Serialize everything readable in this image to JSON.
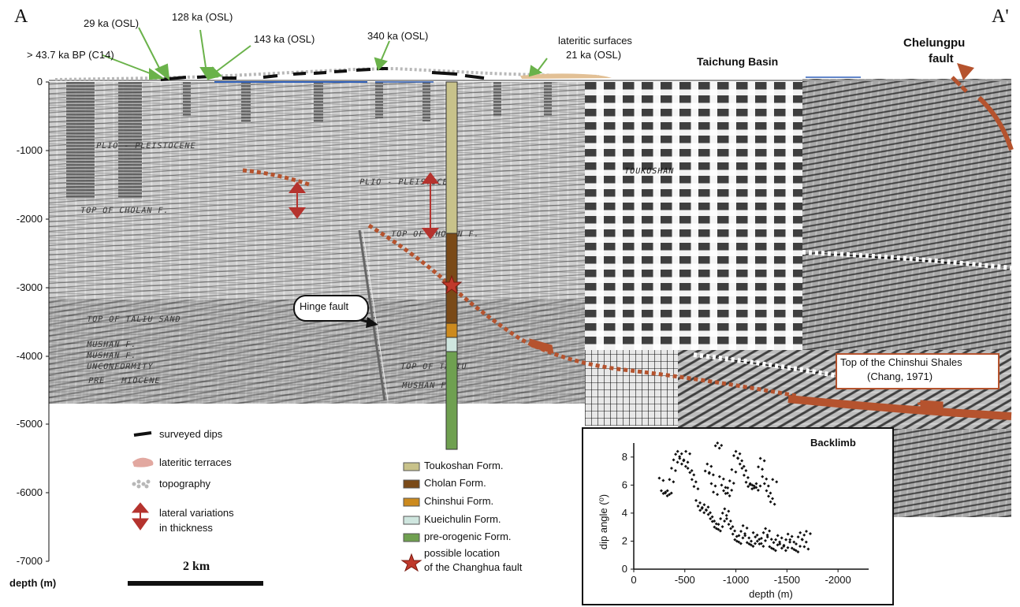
{
  "corner_labels": {
    "left": "A",
    "right": "A'"
  },
  "ages": [
    {
      "label": "> 43.7 ka BP (C14)"
    },
    {
      "label": "29 ka (OSL)"
    },
    {
      "label": "128 ka (OSL)"
    },
    {
      "label": "143 ka (OSL)"
    },
    {
      "label": "340 ka (OSL)"
    },
    {
      "label": "lateritic surfaces"
    },
    {
      "label": "21 ka (OSL)"
    }
  ],
  "regions": {
    "basin": "Taichung Basin",
    "fault_line1": "Chelungpu",
    "fault_line2": "fault"
  },
  "depth_axis": {
    "ticks": [
      "0",
      "-1000",
      "-2000",
      "-3000",
      "-4000",
      "-5000",
      "-6000",
      "-7000"
    ],
    "title": "depth (m)"
  },
  "seismic_text": {
    "plio1": "PLIO - PLEISTOCENE",
    "plio2": "PLIO - PLEISTOCENE",
    "top_cholan": "TOP OF CHOLAN F.",
    "top_cholan2": "TOP OF CHOLAN F.",
    "top_talu": "TOP OF TALIU SAND",
    "mushan": "MUSHAN F.",
    "mushan2": "MUSHAN F.",
    "unconformity": "UNCONFORMITY",
    "premio": "PRE - MIOCENE",
    "top_talu2": "TOP OF TALIU",
    "toukoshan": "TOUKOSHAN"
  },
  "callouts": {
    "hinge": "Hinge fault",
    "chinshui_line1": "Top of the Chinshui Shales",
    "chinshui_line2": "(Chang, 1971)"
  },
  "legend": {
    "surveyed": "surveyed dips",
    "lateritic": "lateritic terraces",
    "topography": "topography",
    "lateral1": "lateral variations",
    "lateral2": "in thickness",
    "scale": "2 km"
  },
  "formations": [
    {
      "label": "Toukoshan Form.",
      "color": "#c8c28a"
    },
    {
      "label": "Cholan Form.",
      "color": "#7a4a18"
    },
    {
      "label": "Chinshui Form.",
      "color": "#cc8a1e"
    },
    {
      "label": "Kueichulin Form.",
      "color": "#cfe6df"
    },
    {
      "label": "pre-orogenic Form.",
      "color": "#6fa050"
    }
  ],
  "star_label": {
    "line1": "possible location",
    "line2": "of the Changhua fault"
  },
  "colors": {
    "fault_trace": "#b5532e",
    "arrow_green": "#6ab24a",
    "star_red": "#c0392b",
    "topo_blue": "#2f5fb8"
  },
  "chart_data": {
    "type": "scatter",
    "title": "Backlimb",
    "xlabel": "depth (m)",
    "ylabel": "dip angle (⁰)",
    "xlim": [
      0,
      -2300
    ],
    "ylim": [
      0,
      9
    ],
    "x_ticks": [
      "0",
      "-500",
      "-1000",
      "-1500",
      "-2000"
    ],
    "y_ticks": [
      "0",
      "2",
      "4",
      "6",
      "8"
    ],
    "x": [
      -250,
      -270,
      -290,
      -310,
      -330,
      -350,
      -370,
      -390,
      -410,
      -430,
      -450,
      -470,
      -490,
      -510,
      -530,
      -550,
      -570,
      -590,
      -610,
      -630,
      -650,
      -670,
      -690,
      -710,
      -730,
      -750,
      -770,
      -790,
      -810,
      -830,
      -850,
      -870,
      -890,
      -910,
      -930,
      -950,
      -970,
      -990,
      -1010,
      -1030,
      -1050,
      -1070,
      -1090,
      -1110,
      -1130,
      -1150,
      -1170,
      -1190,
      -1210,
      -1230,
      -1250,
      -1270,
      -1290,
      -1310,
      -1330,
      -1350,
      -1370,
      -1390,
      -1410,
      -1430,
      -1450,
      -1470,
      -1490,
      -1510,
      -1530,
      -1550,
      -1570,
      -1590,
      -1610,
      -1630,
      -1650,
      -1670,
      -1690,
      -700,
      -720,
      -740,
      -760,
      -780,
      -800,
      -820,
      -840,
      -860,
      -880,
      -900,
      -920,
      -940,
      -960,
      -980,
      -1000,
      -1020,
      -1040,
      -1060,
      -1080,
      -1100,
      -1120,
      -1140,
      -1160,
      -1180,
      -1200,
      -1220,
      -1240,
      -1260,
      -1280,
      -1300,
      -1320,
      -1340,
      -1360
    ],
    "y": [
      6.5,
      5.6,
      5.4,
      5.5,
      5.6,
      6.4,
      7.2,
      7.8,
      8.2,
      8.4,
      7.9,
      7.5,
      7.8,
      8.4,
      7.2,
      6.9,
      6.4,
      5.9,
      4.9,
      4.5,
      4.2,
      4.4,
      4.6,
      4.2,
      3.9,
      3.6,
      3.4,
      3.0,
      2.9,
      3.2,
      3.6,
      4.0,
      4.3,
      3.6,
      3.2,
      2.9,
      2.5,
      2.1,
      2.0,
      2.4,
      2.7,
      3.1,
      2.4,
      1.9,
      1.8,
      2.0,
      2.6,
      2.3,
      2.0,
      1.8,
      2.2,
      2.6,
      2.9,
      2.3,
      1.6,
      1.5,
      1.9,
      2.1,
      2.4,
      1.8,
      1.5,
      1.7,
      2.1,
      2.5,
      2.1,
      1.5,
      1.4,
      1.8,
      2.3,
      2.6,
      2.1,
      1.6,
      2.7,
      7.0,
      7.5,
      6.9,
      6.1,
      5.5,
      8.8,
      9.0,
      6.6,
      6.0,
      5.6,
      5.4,
      5.8,
      6.3,
      7.1,
      8.1,
      8.4,
      7.9,
      7.5,
      7.2,
      6.7,
      6.2,
      5.9,
      6.1,
      6.0,
      5.8,
      6.1,
      7.3,
      7.9,
      6.6,
      6.1,
      5.6,
      5.2,
      4.8,
      6.4
    ]
  }
}
